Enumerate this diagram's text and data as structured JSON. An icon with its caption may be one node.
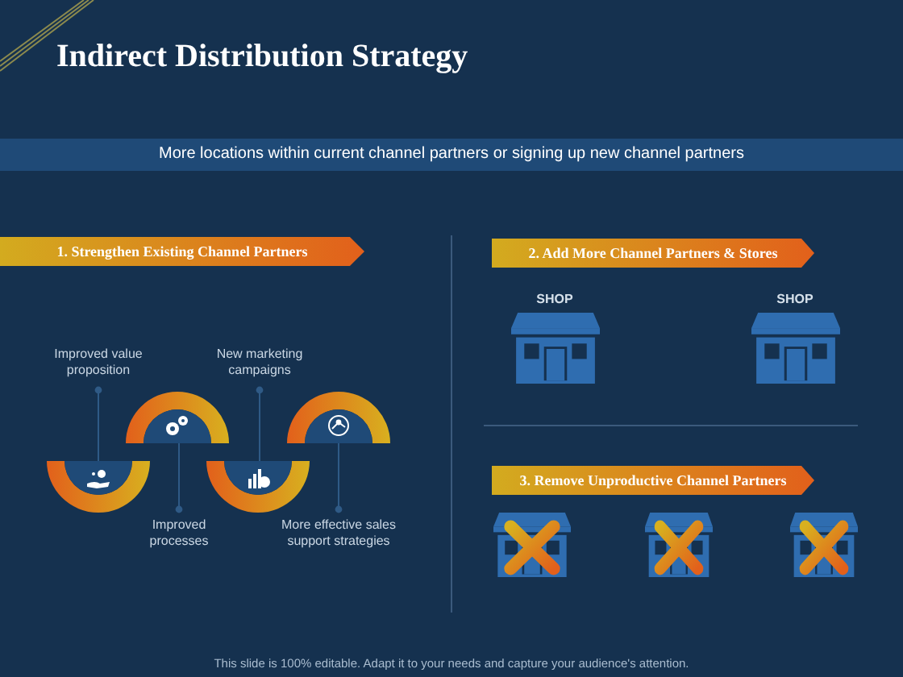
{
  "diagram": {
    "title": "Indirect Distribution Strategy",
    "caption": "This slide is 100% editable. Adapt it to your needs and capture your audience's attention.",
    "nodes": [
      {
        "text": [
          "More locations within current channel partners or signing up new channel partners"
        ]
      },
      {
        "text": [
          "1. Strengthen Existing Channel Partners"
        ]
      },
      {
        "text": [
          "2. Add More Channel Partners & Stores"
        ]
      },
      {
        "text": [
          "Improved value proposition"
        ]
      },
      {
        "text": [
          "New marketing campaigns"
        ]
      },
      {
        "text": [],
        "shape": "semicircle"
      },
      {
        "text": [],
        "shape": "semicircle"
      },
      {
        "text": [],
        "shape": "semicircle"
      },
      {
        "text": [],
        "shape": "semicircle"
      },
      {
        "text": [
          "Improved processes"
        ]
      },
      {
        "text": [
          "More effective sales support strategies"
        ]
      },
      {
        "text": [
          "3. Remove Unproductive Channel Partners"
        ]
      }
    ],
    "edges": [
      {
        "from": 3,
        "to": 7,
        "arrow": "other"
      },
      {
        "from": 4,
        "to": 8,
        "arrow": "other"
      },
      {
        "from": 9,
        "to": 5,
        "arrow": "other"
      },
      {
        "from": 10,
        "to": 6,
        "arrow": "other"
      }
    ],
    "labels": [
      "SHOP",
      "SHOP"
    ]
  }
}
